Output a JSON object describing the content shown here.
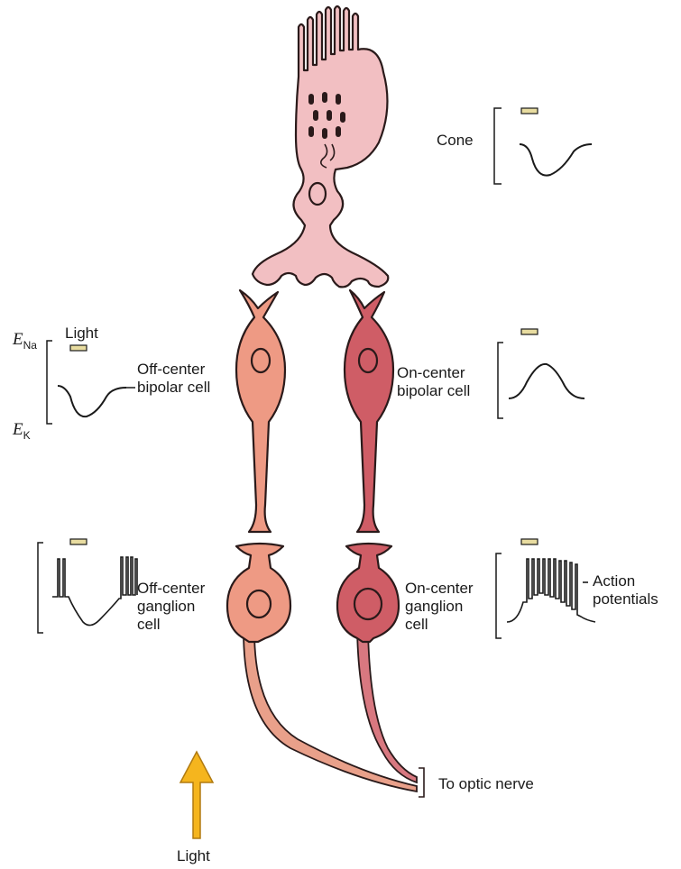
{
  "diagram": {
    "cone": {
      "label": "Cone"
    },
    "off_bipolar": {
      "line1": "Off-center",
      "line2": "bipolar cell"
    },
    "on_bipolar": {
      "line1": "On-center",
      "line2": "bipolar cell"
    },
    "off_ganglion": {
      "line1": "Off-center",
      "line2": "ganglion",
      "line3": "cell"
    },
    "on_ganglion": {
      "line1": "On-center",
      "line2": "ganglion",
      "line3": "cell"
    },
    "light_marker": "Light",
    "e_na": {
      "symbol": "E",
      "sub": "Na"
    },
    "e_k": {
      "symbol": "E",
      "sub": "K"
    },
    "action_potentials": {
      "line1": "Action",
      "line2": "potentials"
    },
    "optic_nerve": "To optic nerve",
    "light_arrow": "Light"
  },
  "colors": {
    "cone_fill": "#f2bfc2",
    "off_fill": "#ee9a84",
    "on_fill": "#cf5d66",
    "axon_off": "#e9a08a",
    "axon_on": "#d87880",
    "stimulus_bar": "#e8dca0",
    "arrow": "#f5b51e"
  }
}
